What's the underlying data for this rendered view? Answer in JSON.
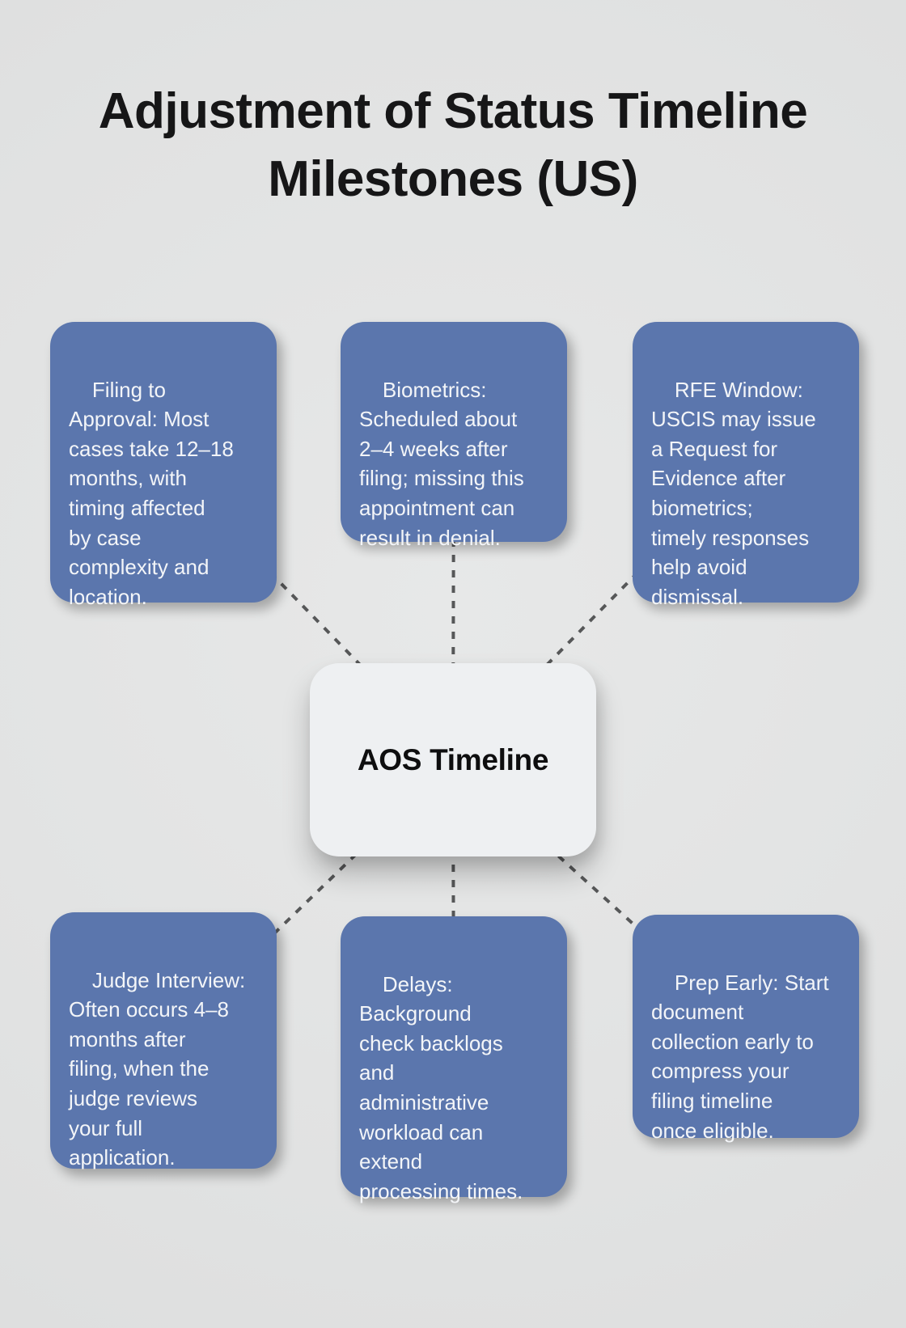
{
  "title": "Adjustment of Status Timeline Milestones (US)",
  "center_node": {
    "label": "AOS Timeline"
  },
  "milestones": [
    {
      "id": "filing-to-approval",
      "position": "top-left",
      "text": "Filing to\nApproval: Most\ncases take 12–18\nmonths, with\ntiming affected\nby case\ncomplexity and\nlocation."
    },
    {
      "id": "biometrics",
      "position": "top-middle",
      "text": "Biometrics:\nScheduled about\n2–4 weeks after\nfiling; missing this\nappointment can\nresult in denial."
    },
    {
      "id": "rfe-window",
      "position": "top-right",
      "text": "RFE Window:\nUSCIS may issue\na Request for\nEvidence after\nbiometrics;\ntimely responses\nhelp avoid\ndismissal."
    },
    {
      "id": "judge-interview",
      "position": "bottom-left",
      "text": "Judge Interview:\nOften occurs 4–8\nmonths after\nfiling, when the\njudge reviews\nyour full\napplication."
    },
    {
      "id": "delays",
      "position": "bottom-middle",
      "text": "Delays:\nBackground\ncheck backlogs\nand\nadministrative\nworkload can\nextend\nprocessing times."
    },
    {
      "id": "prep-early",
      "position": "bottom-right",
      "text": "Prep Early: Start\ndocument\ncollection early to\ncompress your\nfiling timeline\nonce eligible."
    }
  ],
  "colors": {
    "background": "#e1e2e2",
    "card_blue": "#5b76ad",
    "card_text": "#f3f5f8",
    "center_node_background": "#eef0f2",
    "center_node_text": "#0e0e0f",
    "connector_dash": "#565758",
    "title_text": "#161617"
  }
}
